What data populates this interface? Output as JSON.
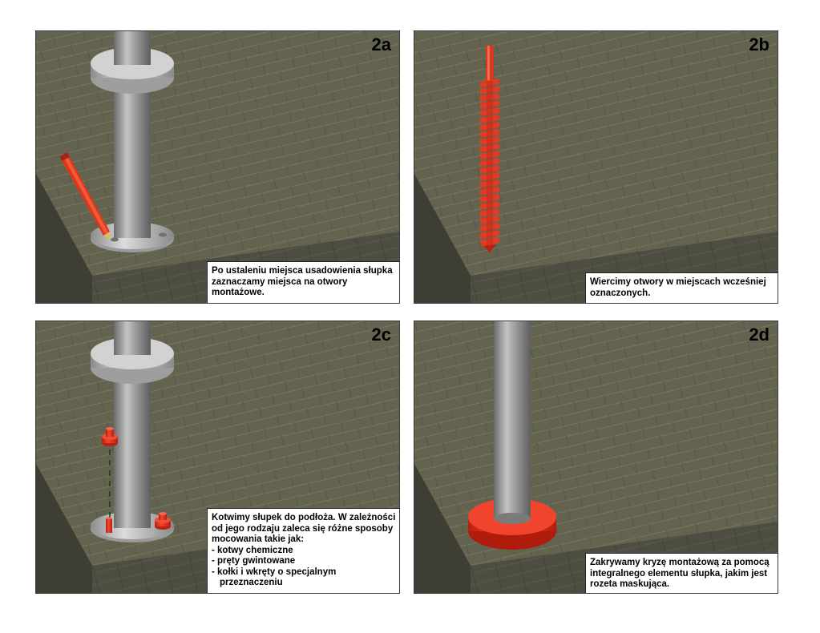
{
  "panels": {
    "2a": {
      "label": "2a",
      "caption": "Po ustaleniu miejsca usadowienia słupka zaznaczamy miejsca na otwory montażowe."
    },
    "2b": {
      "label": "2b",
      "caption": "Wiercimy otwory w miejscach wcześniej oznaczonych."
    },
    "2c": {
      "label": "2c",
      "caption": "Kotwimy słupek do podłoża. W zależności od jego rodzaju zaleca się różne sposoby mocowania takie jak:",
      "list": [
        "- kotwy chemiczne",
        "- pręty gwintowane",
        "- kołki i wkręty o specjalnym przeznaczeniu"
      ]
    },
    "2d": {
      "label": "2d",
      "caption": "Zakrywamy kryzę montażową za pomocą integralnego elementu słupka, jakim jest rozeta maskująca."
    }
  },
  "colors": {
    "floor": "#62624f",
    "side": "#4a4a3e",
    "pipe": "#9a9a9a",
    "red": "#e4321e"
  }
}
